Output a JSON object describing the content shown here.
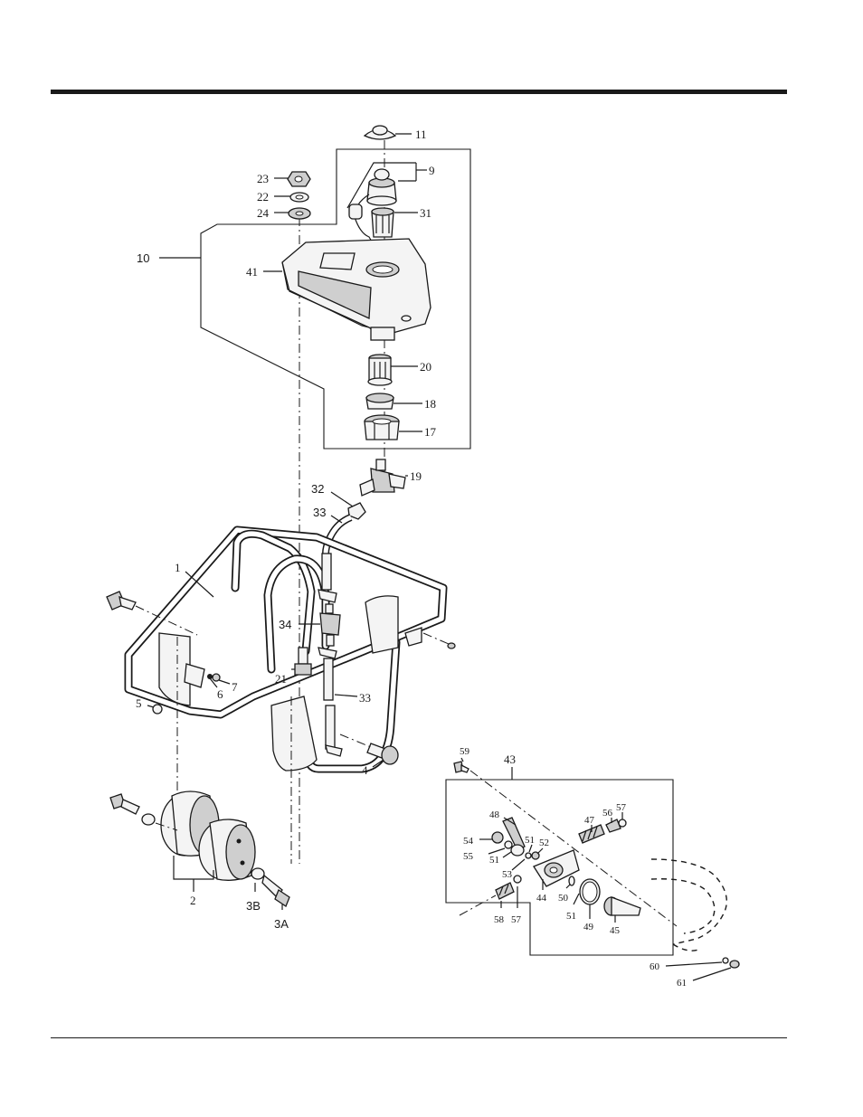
{
  "callouts": [
    {
      "id": "c11",
      "text": "11"
    },
    {
      "id": "c9",
      "text": "9"
    },
    {
      "id": "c23",
      "text": "23"
    },
    {
      "id": "c22",
      "text": "22"
    },
    {
      "id": "c24",
      "text": "24"
    },
    {
      "id": "c31",
      "text": "31"
    },
    {
      "id": "c10",
      "text": "10"
    },
    {
      "id": "c41",
      "text": "41"
    },
    {
      "id": "c20",
      "text": "20"
    },
    {
      "id": "c18",
      "text": "18"
    },
    {
      "id": "c17",
      "text": "17"
    },
    {
      "id": "c19",
      "text": "19"
    },
    {
      "id": "c32",
      "text": "32"
    },
    {
      "id": "c33a",
      "text": "33"
    },
    {
      "id": "c1",
      "text": "1"
    },
    {
      "id": "c34",
      "text": "34"
    },
    {
      "id": "c21",
      "text": "21"
    },
    {
      "id": "c6",
      "text": "6"
    },
    {
      "id": "c7",
      "text": "7"
    },
    {
      "id": "c5",
      "text": "5"
    },
    {
      "id": "c33b",
      "text": "33"
    },
    {
      "id": "c4",
      "text": "4"
    },
    {
      "id": "c2",
      "text": "2"
    },
    {
      "id": "c3b",
      "text": "3B"
    },
    {
      "id": "c3a",
      "text": "3A"
    },
    {
      "id": "c59",
      "text": "59"
    },
    {
      "id": "c43",
      "text": "43"
    },
    {
      "id": "c48",
      "text": "48"
    },
    {
      "id": "c47",
      "text": "47"
    },
    {
      "id": "c56",
      "text": "56"
    },
    {
      "id": "c57a",
      "text": "57"
    },
    {
      "id": "c54",
      "text": "54"
    },
    {
      "id": "c51a",
      "text": "51"
    },
    {
      "id": "c52",
      "text": "52"
    },
    {
      "id": "c55",
      "text": "55"
    },
    {
      "id": "c51b",
      "text": "51"
    },
    {
      "id": "c53",
      "text": "53"
    },
    {
      "id": "c44",
      "text": "44"
    },
    {
      "id": "c50",
      "text": "50"
    },
    {
      "id": "c58",
      "text": "58"
    },
    {
      "id": "c57b",
      "text": "57"
    },
    {
      "id": "c51c",
      "text": "51"
    },
    {
      "id": "c49",
      "text": "49"
    },
    {
      "id": "c45",
      "text": "45"
    },
    {
      "id": "c60",
      "text": "60"
    },
    {
      "id": "c61",
      "text": "61"
    }
  ]
}
